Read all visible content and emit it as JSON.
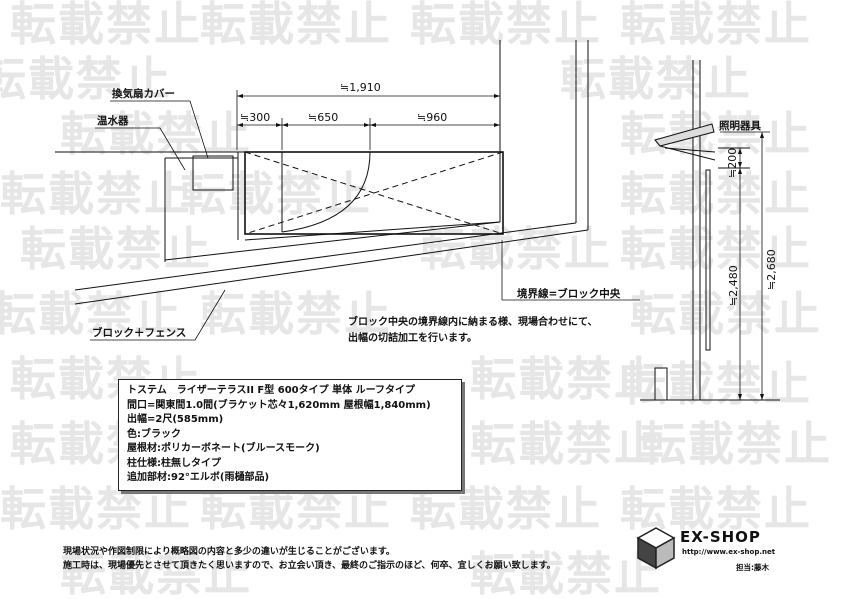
{
  "watermark": {
    "text": "転載禁止"
  },
  "plan_labels": {
    "vent_cover": "換気扇カバー",
    "water_heater": "温水器",
    "block_fence": "ブロック＋フェンス",
    "boundary": "境界線=ブロック中央",
    "lighting": "照明器具"
  },
  "dimensions": {
    "total_width": "≒1,910",
    "seg_left": "≒300",
    "seg_mid": "≒650",
    "seg_right": "≒960",
    "height_light": "≒200",
    "height_2480": "≒2,480",
    "height_2680": "≒2,680"
  },
  "note": {
    "line1": "ブロック中央の境界線内に納まる様、現場合わせにて、",
    "line2": "出幅の切詰加工を行います。"
  },
  "spec": {
    "line1": "トステム　ライザーテラスII F型 600タイプ 単体 ルーフタイプ",
    "line2": "間口=関東間1.0間(ブラケット芯々1,620mm 屋根幅1,840mm)",
    "line3": "出幅=2尺(585mm)",
    "line4": "色:ブラック",
    "line5": "屋根材:ポリカーボネート(ブルースモーク)",
    "line6": "柱仕様:柱無しタイプ",
    "line7": "追加部材:92°エルボ(雨樋部品)"
  },
  "footer": {
    "line1": "現場状況や作図制限により概略図の内容と多少の違いが生じることがございます。",
    "line2": "施工時は、現場優先とさせて頂きたく思いますので、お立会い頂き、最終のご指示のほど、何卒、宜しくお願い致します。"
  },
  "logo": {
    "name": "EX-SHOP",
    "url": "http://www.ex-shop.net",
    "staff": "担当:藤木"
  },
  "icons": {
    "logo_mark": "isometric-cube-icon"
  }
}
